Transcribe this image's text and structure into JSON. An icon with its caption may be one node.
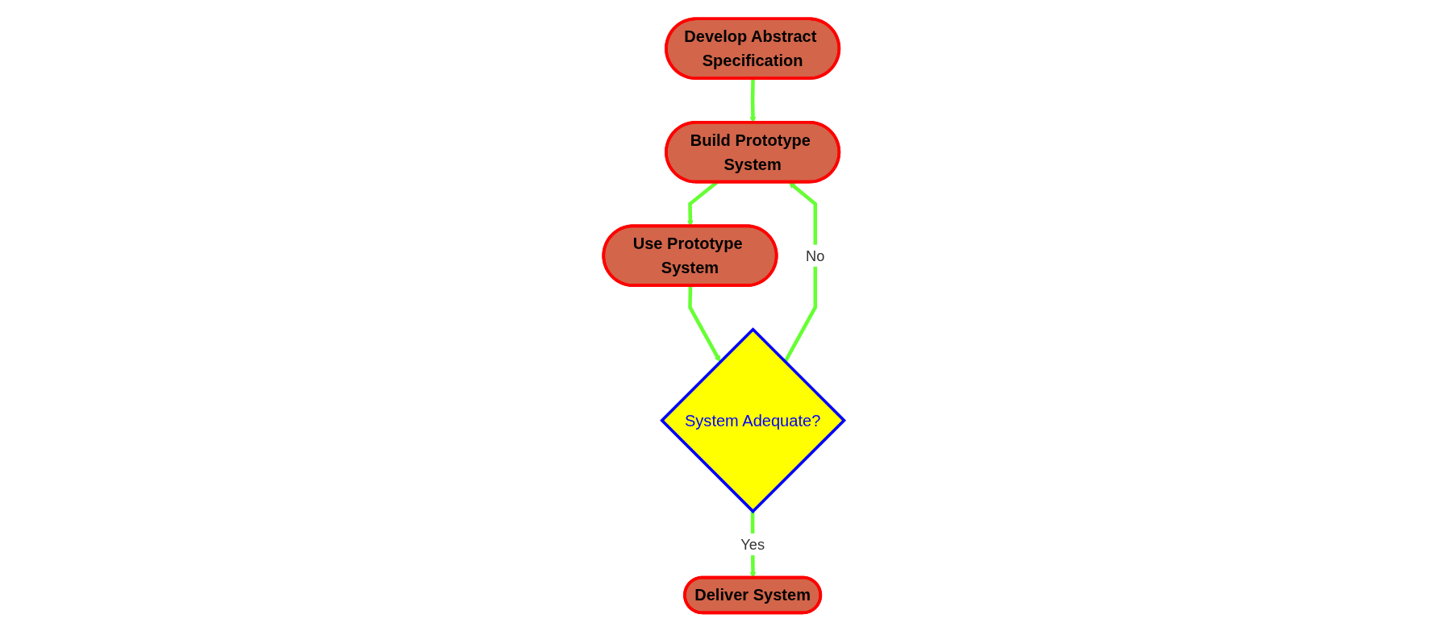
{
  "diagram": {
    "nodes": [
      {
        "text": [
          "Develop Abstract Specification"
        ]
      },
      {
        "text": [
          "Build Prototype System"
        ]
      },
      {
        "text": [
          "Use Prototype System"
        ]
      },
      {
        "text": [
          "System Adequate?"
        ]
      },
      {
        "text": [
          "Deliver System"
        ]
      }
    ],
    "edges": [
      {
        "from": 0,
        "to": 1,
        "arrow": "to"
      },
      {
        "from": 1,
        "to": 2,
        "arrow": "to"
      },
      {
        "from": 2,
        "to": 3,
        "arrow": "to"
      },
      {
        "from": 3,
        "to": 1,
        "arrow": "to",
        "label": "No"
      },
      {
        "from": 3,
        "to": 4,
        "arrow": "to",
        "label": "Yes"
      }
    ]
  }
}
